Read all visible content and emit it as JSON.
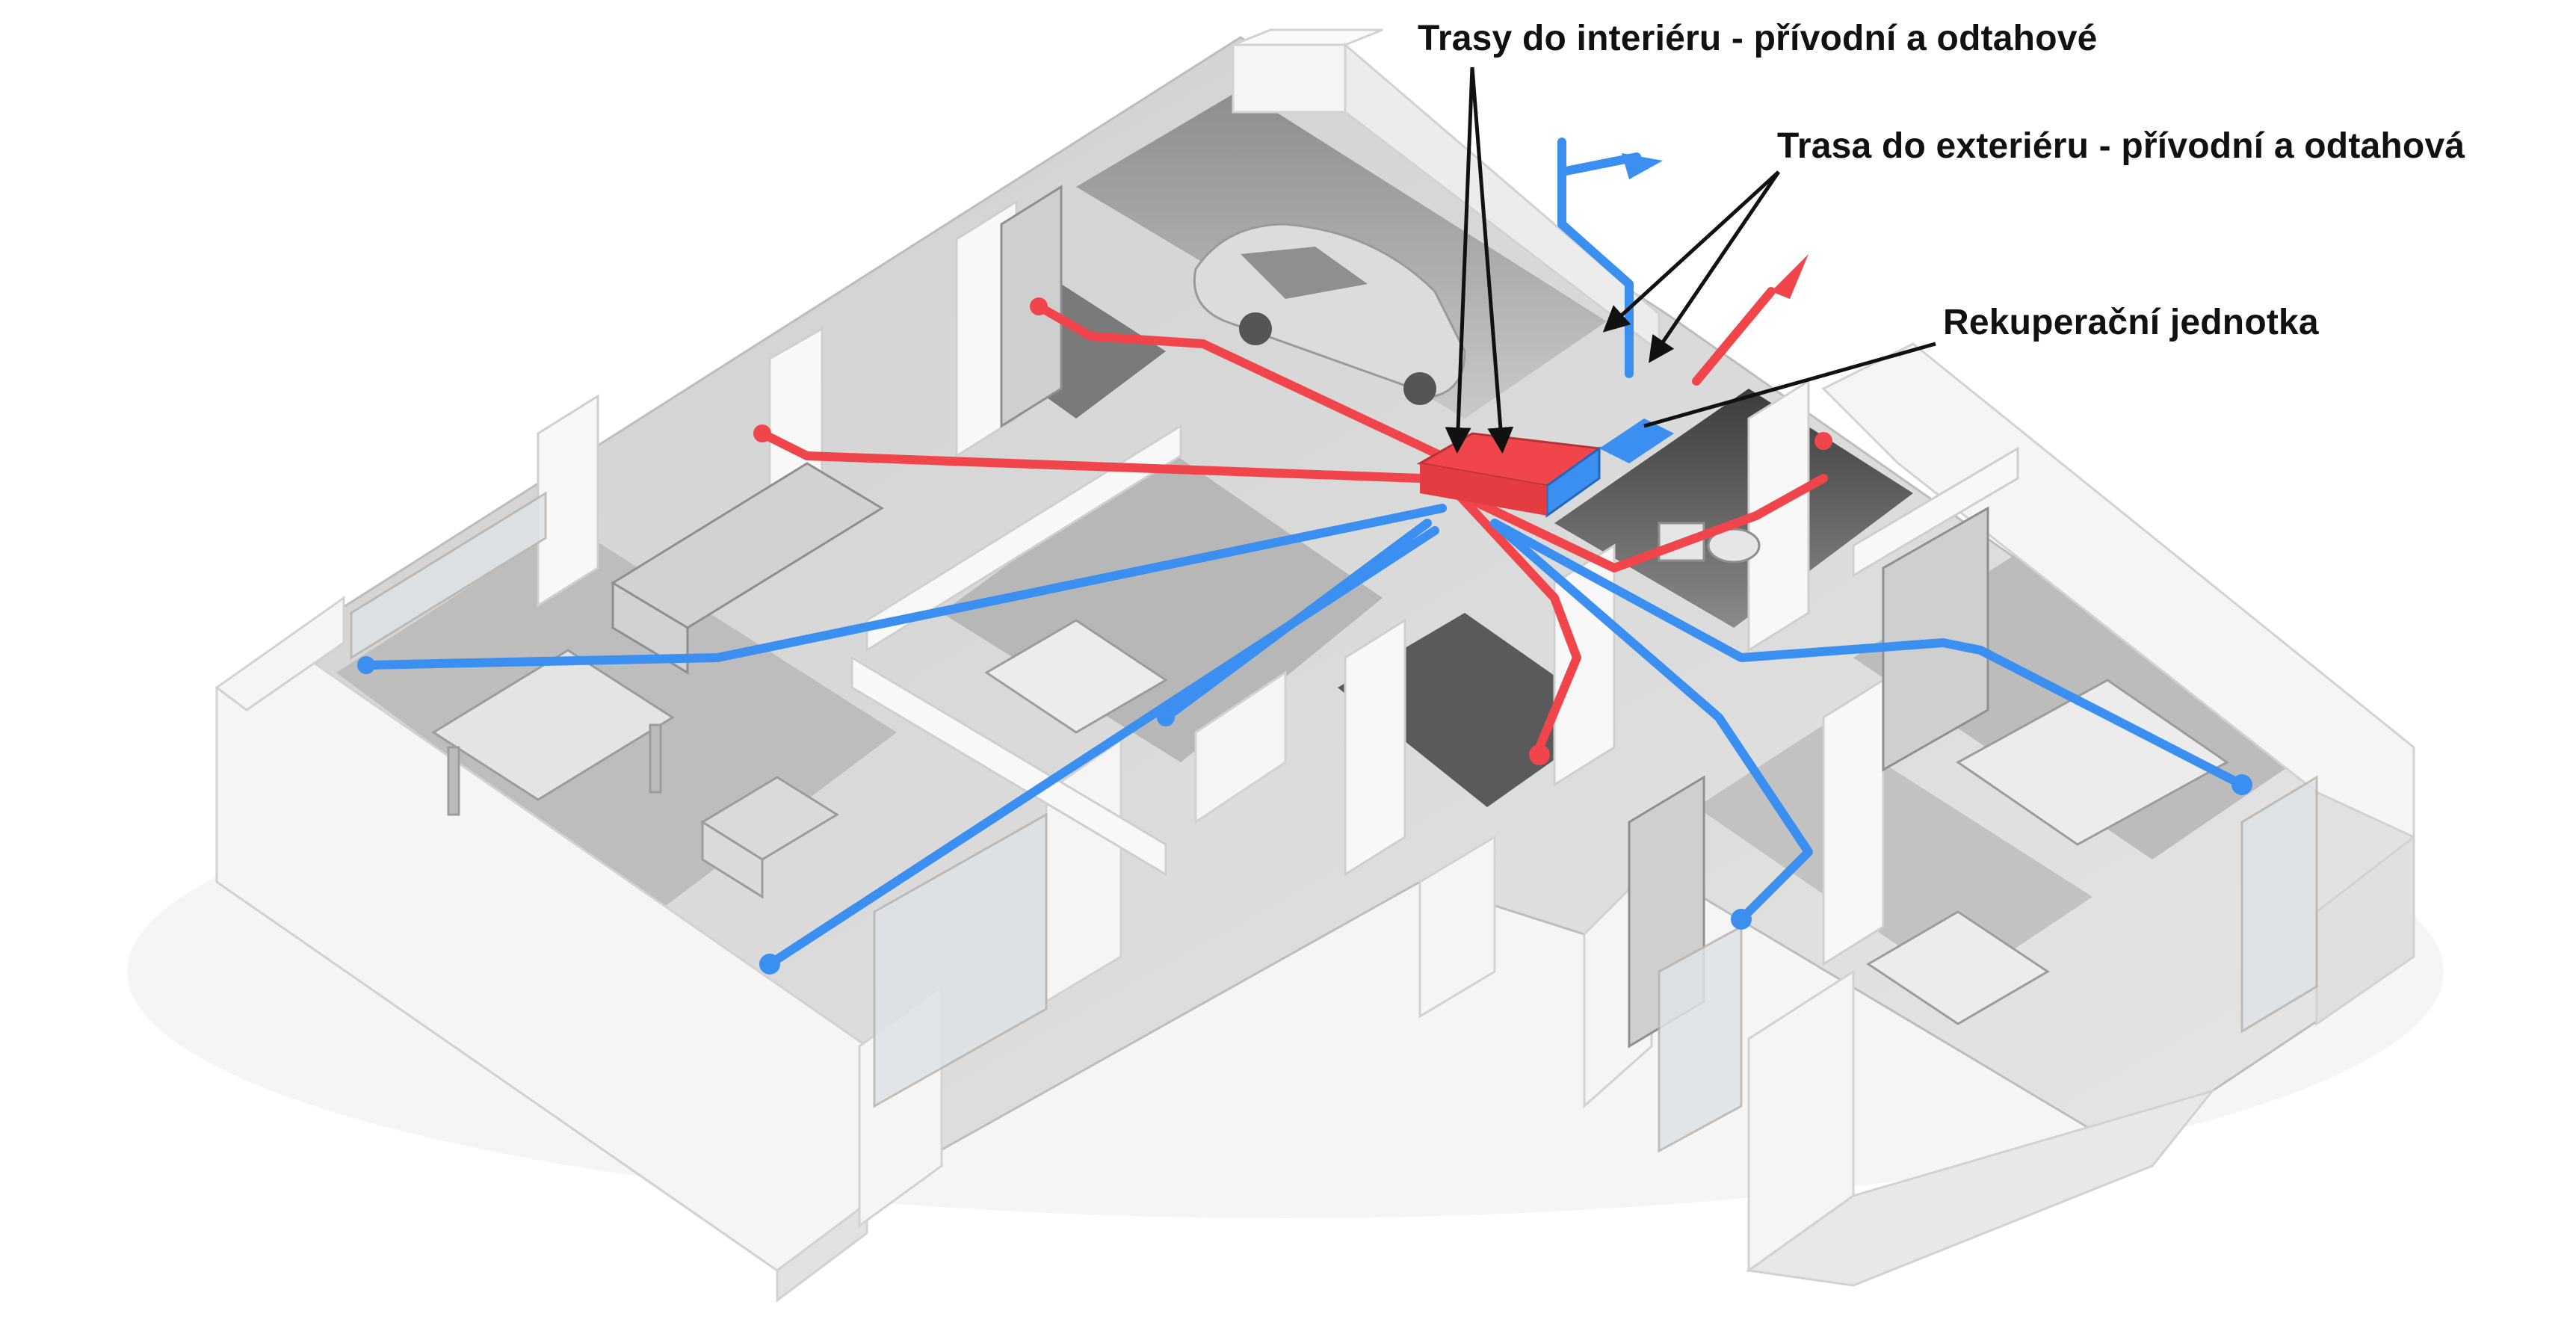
{
  "labels": {
    "interior_routes": "Trasy do interiéru - přívodní a odtahové",
    "exterior_route": "Trasa do exteriéru - přívodní a odtahová",
    "recovery_unit": "Rekuperační jednotka"
  },
  "colors": {
    "supply_duct": "#3b8ff0",
    "exhaust_duct": "#f0464b",
    "wall": "#f4f4f4",
    "floor": "#d9d9d9",
    "room_shadow": "#a9a9a9",
    "label_text": "#111111",
    "leader_line": "#111111"
  },
  "icons": [
    "car-icon",
    "bed-icon",
    "table-icon",
    "sofa-icon",
    "toilet-icon",
    "wardrobe-icon",
    "kitchen-icon"
  ]
}
